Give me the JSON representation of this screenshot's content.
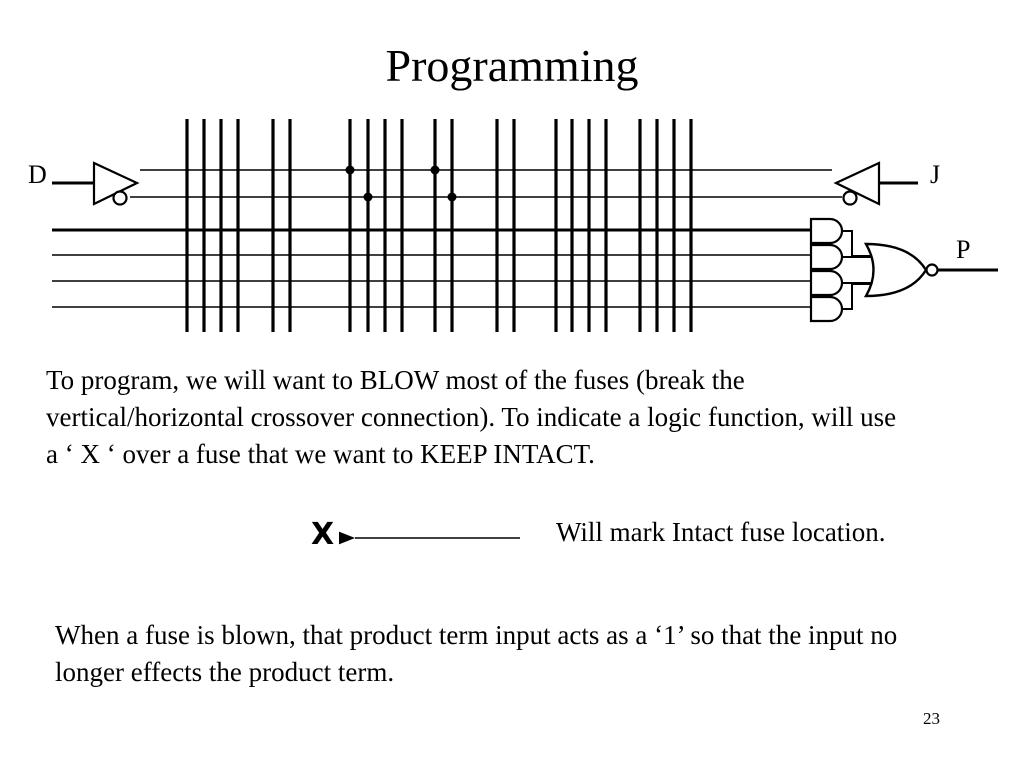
{
  "slide": {
    "title": "Programming",
    "page_number": "23"
  },
  "diagram": {
    "input_left_label": "D",
    "input_right_label": "J",
    "output_label": "P"
  },
  "text": {
    "paragraph1": "To program, we will want to BLOW most of the fuses (break the vertical/horizontal crossover connection). To indicate a logic function, will use a ‘ X ‘ over a fuse that we want to KEEP INTACT.",
    "x_symbol": "X",
    "annotation": "Will mark Intact fuse location.",
    "paragraph2": "When a fuse is blown, that product term input acts as a ‘1’ so that the input no longer effects the product term."
  }
}
